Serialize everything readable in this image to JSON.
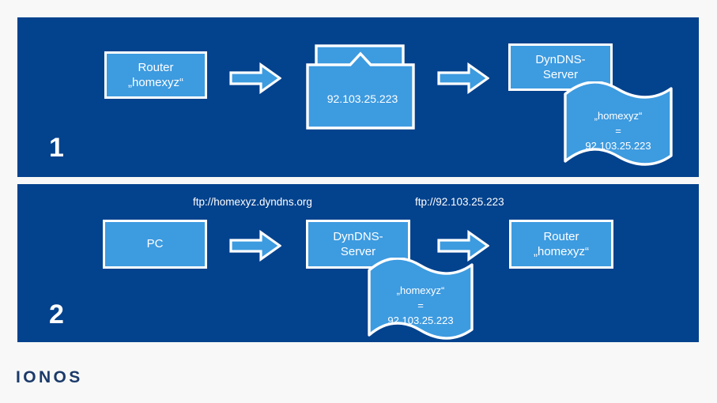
{
  "page": {
    "background_color": "#f7f8f7",
    "panel_color": "#03428d",
    "node_fill_color": "#3d9be0",
    "node_border_color": "#ffffff",
    "brand": "IONOS",
    "brand_color": "#1b3a6b"
  },
  "panels": [
    {
      "step_number": "1",
      "nodes": {
        "router": "Router\n„homexyz“",
        "document_ip": "92.103.25.223",
        "dyndns_server": "DynDNS-\nServer",
        "flag_record": "„homexyz“\n=\n92.103.25.223"
      },
      "icons": {
        "arrow_1": "arrow-right-icon",
        "arrow_2": "arrow-right-icon",
        "document": "document-stack-icon",
        "flag": "wavy-banner-icon"
      }
    },
    {
      "step_number": "2",
      "captions": {
        "left": "ftp://homexyz.dyndns.org",
        "right": "ftp://92.103.25.223"
      },
      "nodes": {
        "pc": "PC",
        "dyndns_server": "DynDNS-\nServer",
        "flag_record": "„homexyz“\n=\n92.103.25.223",
        "router": "Router\n„homexyz“"
      },
      "icons": {
        "arrow_1": "arrow-right-icon",
        "arrow_2": "arrow-right-icon",
        "flag": "wavy-banner-icon"
      }
    }
  ]
}
